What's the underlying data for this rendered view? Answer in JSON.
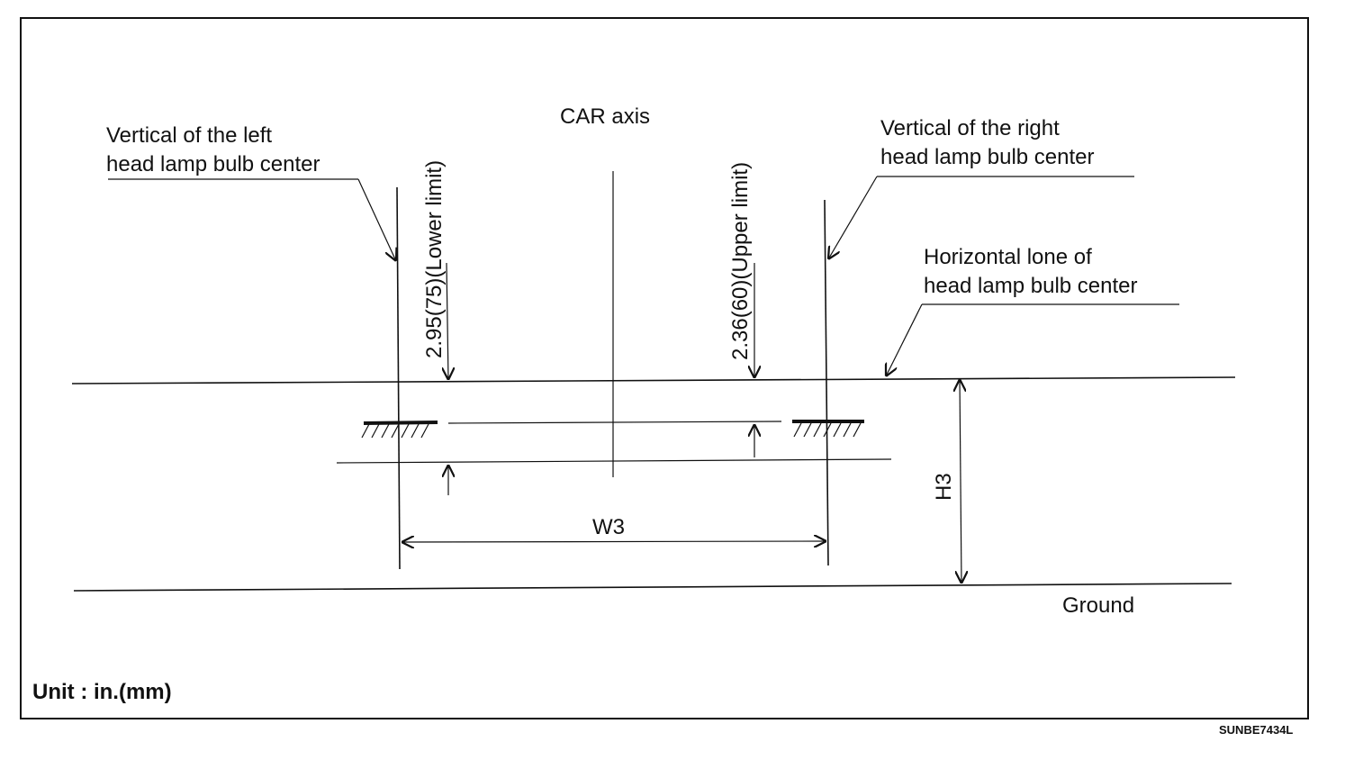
{
  "labels": {
    "car_axis": "CAR axis",
    "left_vertical_1": "Vertical of the left",
    "left_vertical_2": "head lamp bulb center",
    "right_vertical_1": "Vertical of the right",
    "right_vertical_2": "head lamp bulb center",
    "horizontal_1": "Horizontal lone of",
    "horizontal_2": "head lamp bulb center",
    "lower_limit": "2.95(75)(Lower limit)",
    "upper_limit": "2.36(60)(Upper limit)",
    "w3": "W3",
    "h3": "H3",
    "ground": "Ground",
    "unit": "Unit : in.(mm)",
    "figure_code": "SUNBE7434L"
  }
}
